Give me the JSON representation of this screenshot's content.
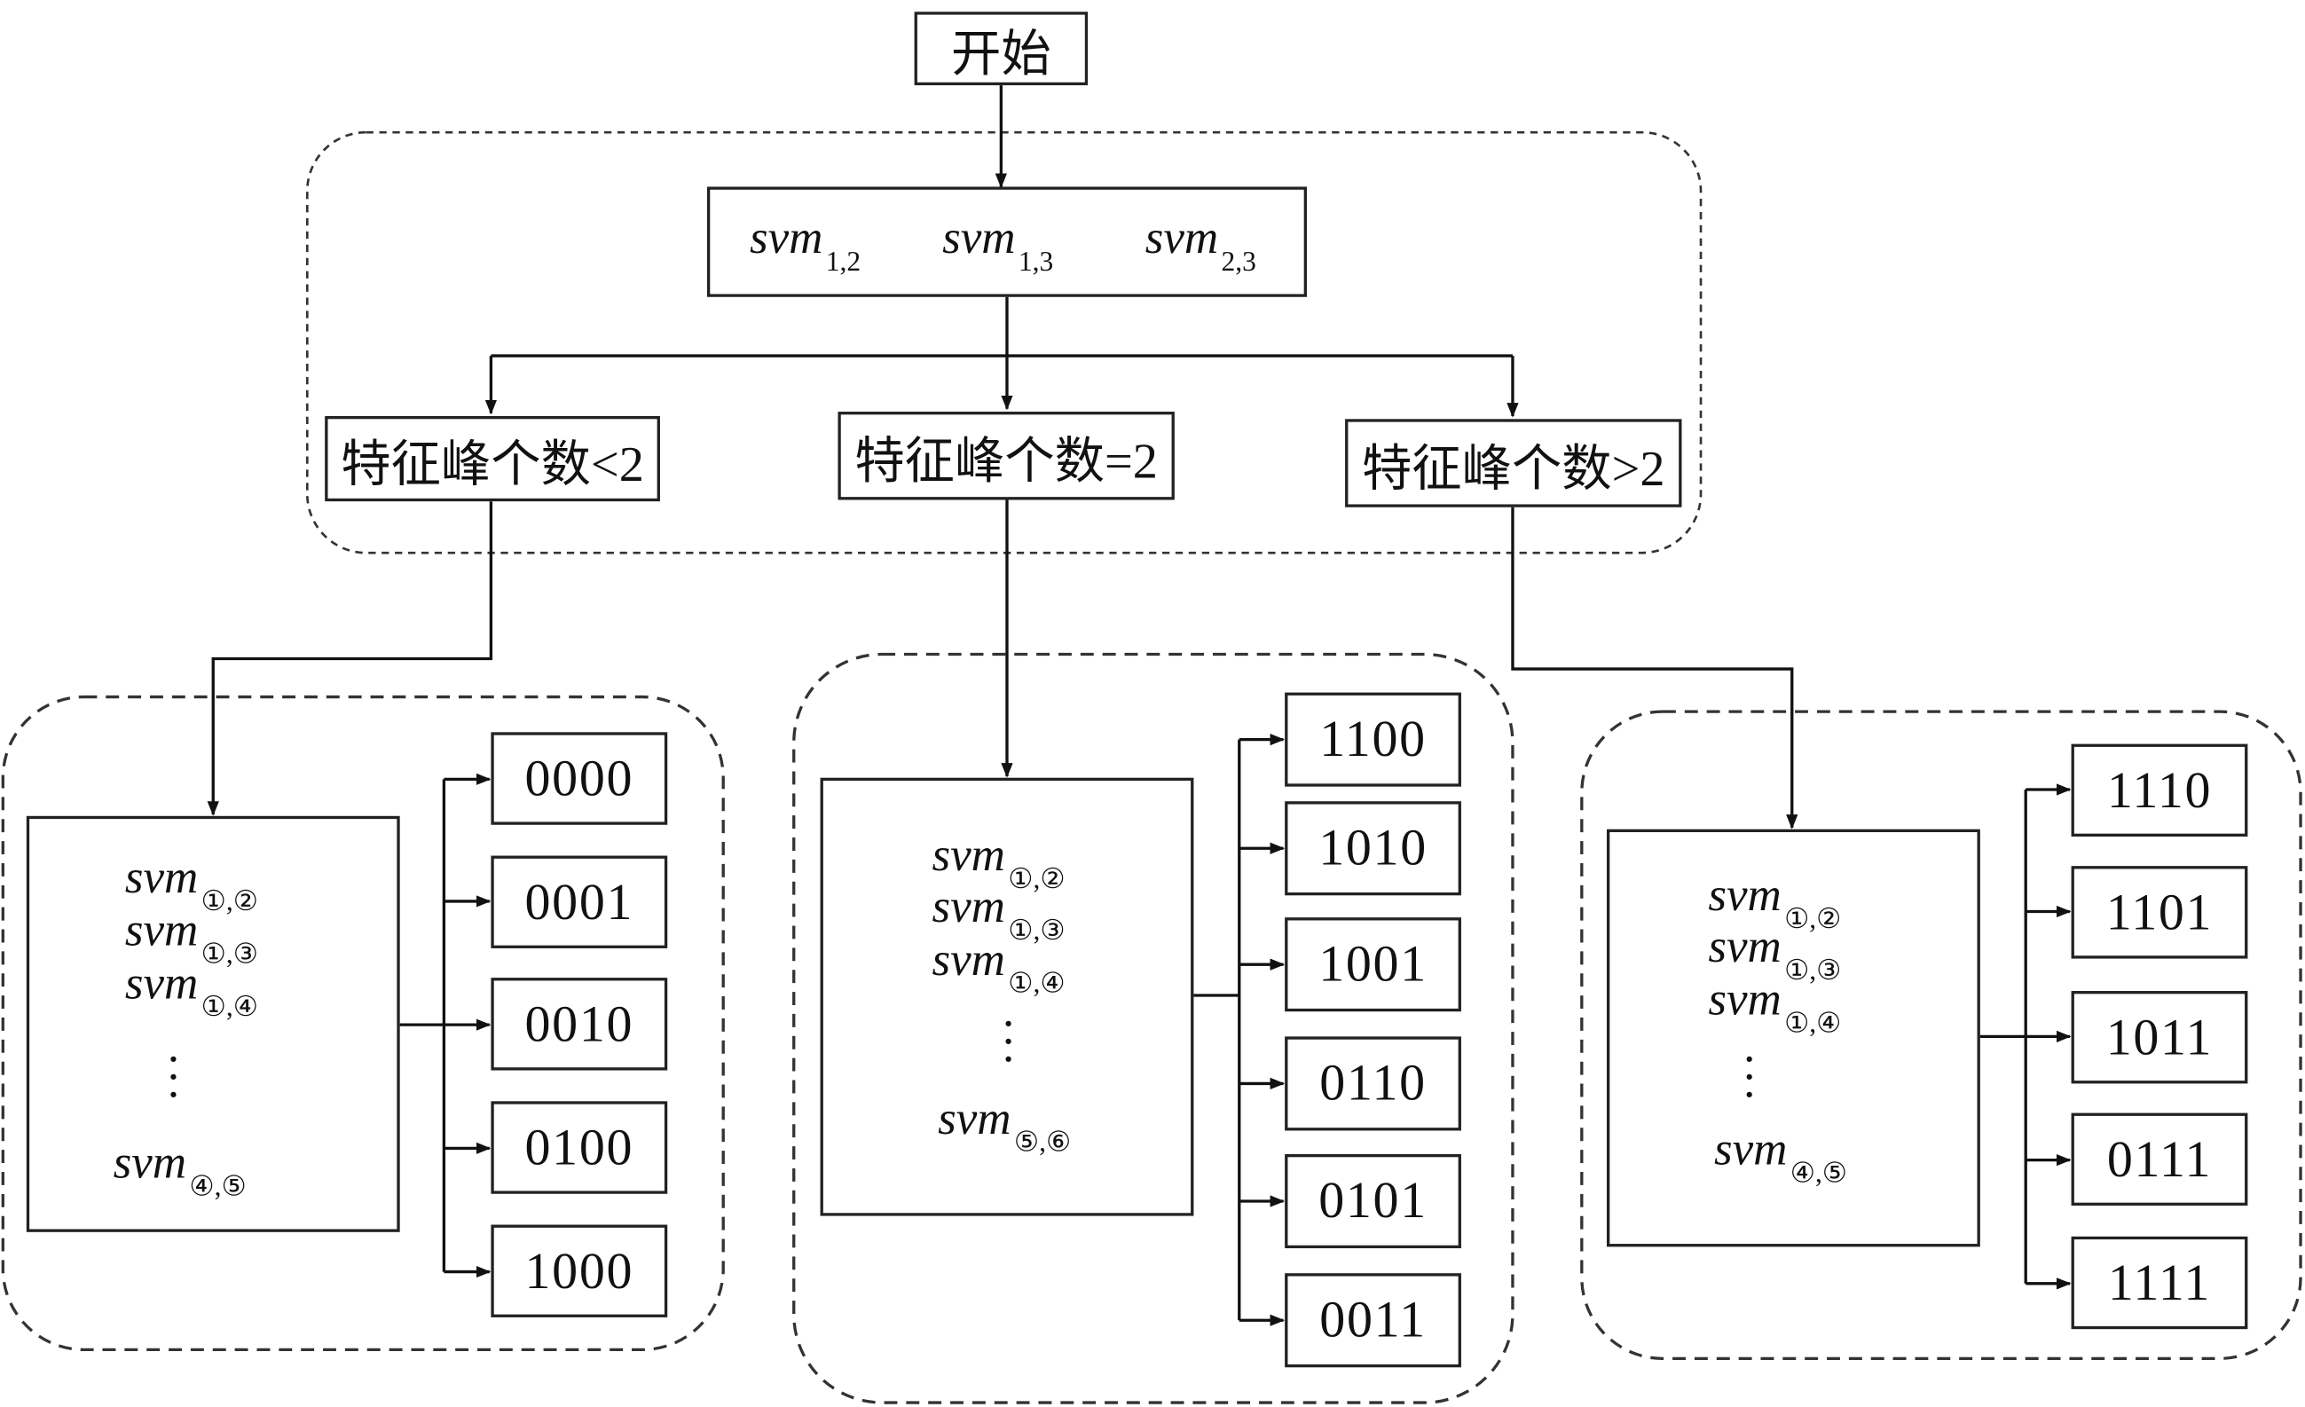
{
  "start": {
    "label": "开始"
  },
  "top": {
    "classifiers": [
      {
        "base": "svm",
        "sub": "1,2"
      },
      {
        "base": "svm",
        "sub": "1,3"
      },
      {
        "base": "svm",
        "sub": "2,3"
      }
    ]
  },
  "conditions": [
    {
      "label": "特征峰个数<2"
    },
    {
      "label": "特征峰个数=2"
    },
    {
      "label": "特征峰个数>2"
    }
  ],
  "groups": [
    {
      "classifiers": [
        {
          "base": "svm",
          "sub": "①,②"
        },
        {
          "base": "svm",
          "sub": "①,③"
        },
        {
          "base": "svm",
          "sub": "①,④"
        },
        {
          "base": "svm",
          "sub": "④,⑤"
        }
      ],
      "outputs": [
        "0000",
        "0001",
        "0010",
        "0100",
        "1000"
      ]
    },
    {
      "classifiers": [
        {
          "base": "svm",
          "sub": "①,②"
        },
        {
          "base": "svm",
          "sub": "①,③"
        },
        {
          "base": "svm",
          "sub": "①,④"
        },
        {
          "base": "svm",
          "sub": "⑤,⑥"
        }
      ],
      "outputs": [
        "1100",
        "1010",
        "1001",
        "0110",
        "0101",
        "0011"
      ]
    },
    {
      "classifiers": [
        {
          "base": "svm",
          "sub": "①,②"
        },
        {
          "base": "svm",
          "sub": "①,③"
        },
        {
          "base": "svm",
          "sub": "①,④"
        },
        {
          "base": "svm",
          "sub": "④,⑤"
        }
      ],
      "outputs": [
        "1110",
        "1101",
        "1011",
        "0111",
        "1111"
      ]
    }
  ]
}
